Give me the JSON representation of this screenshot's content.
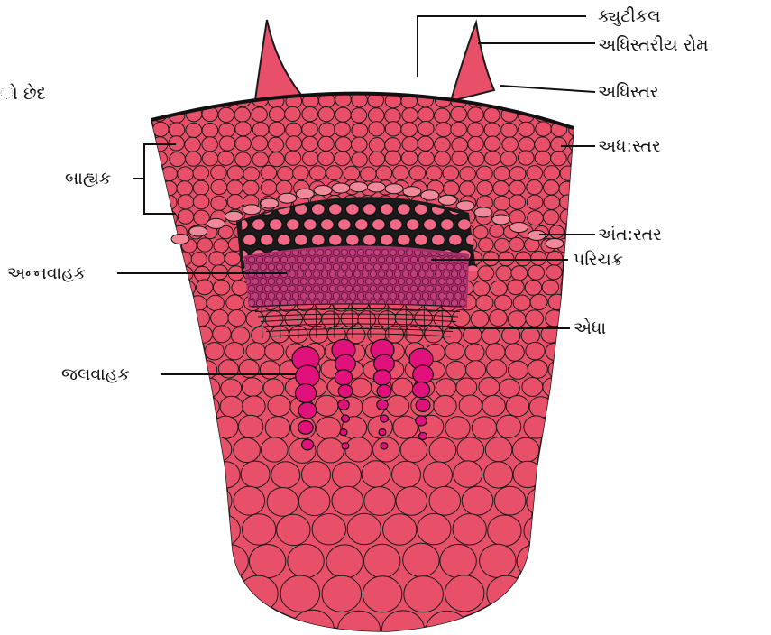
{
  "figure": {
    "partial_title": "ો છેદ"
  },
  "labels": {
    "cuticle": "ક્યુટીકલ",
    "epidermal_hair": "અધિસ્તરીય રોમ",
    "epidermis": "અધિસ્તર",
    "hypodermis": "અધ:સ્તર",
    "cortex": "બાહ્યક",
    "endodermis": "અંત:સ્તર",
    "pericycle": "પરિચક્ર",
    "phloem": "અન્નવાહક",
    "cambium": "એધા",
    "xylem": "જલવાહક"
  },
  "colors": {
    "tissue": "#e8506a",
    "cell_wall": "#1a1a1a",
    "pericycle_cells": "#f06a86",
    "phloem": "#a8306a",
    "xylem": "#e0117a",
    "endodermis": "#f0889a",
    "background": "#ffffff"
  }
}
